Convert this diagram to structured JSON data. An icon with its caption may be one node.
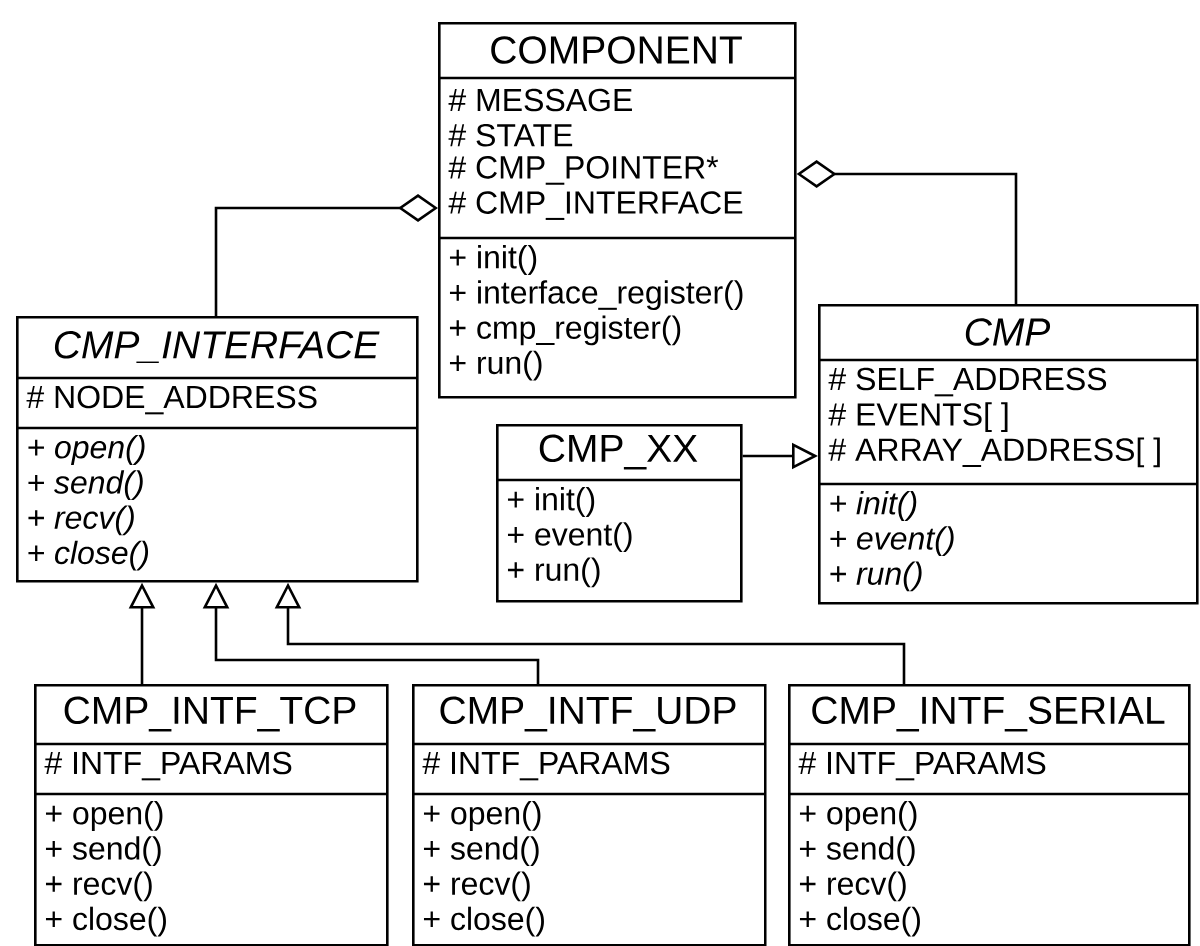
{
  "diagram": {
    "nodes": [
      {
        "text": [
          "COMPONENT",
          "# MESSAGE",
          "# STATE",
          "# CMP_POINTER*",
          "# CMP_INTERFACE",
          "+ init()",
          "+ interface_register()",
          "+ cmp_register()",
          "+ run()"
        ]
      },
      {
        "text": [
          "CMP_INTERFACE",
          "# NODE_ADDRESS",
          "+ open()",
          "+ send()",
          "+ recv()",
          "+ close()"
        ]
      },
      {
        "text": [
          "CMP",
          "# SELF_ADDRESS",
          "# EVENTS[ ]",
          "# ARRAY_ADDRESS[ ]",
          "+ init()",
          "+ event()",
          "+ run()"
        ]
      },
      {
        "text": [
          "CMP_XX",
          "+ init()",
          "+ event()",
          "+ run()"
        ]
      },
      {
        "text": [
          "CMP_INTF_TCP",
          "# INTF_PARAMS",
          "+ open()",
          "+ send()",
          "+ recv()",
          "+ close()"
        ]
      },
      {
        "text": [
          "CMP_INTF_UDP",
          "# INTF_PARAMS",
          "+ open()",
          "+ send()",
          "+ recv()",
          "+ close()"
        ]
      },
      {
        "text": [
          "CMP_INTF_SERIAL",
          "# INTF_PARAMS",
          "+ open()",
          "+ send()",
          "+ recv()",
          "+ close()"
        ]
      }
    ],
    "edges": [
      {
        "from": 1,
        "to": 0,
        "arrow": "other"
      },
      {
        "from": 2,
        "to": 0,
        "arrow": "other"
      },
      {
        "from": 3,
        "to": 2,
        "arrow": "to"
      },
      {
        "from": 4,
        "to": 1,
        "arrow": "to"
      },
      {
        "from": 5,
        "to": 1,
        "arrow": "to"
      },
      {
        "from": 6,
        "to": 1,
        "arrow": "to"
      }
    ]
  }
}
